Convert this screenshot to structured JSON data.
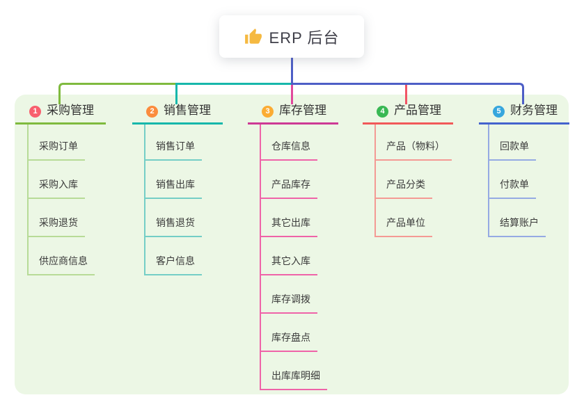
{
  "root": {
    "label": "ERP 后台",
    "icon": "thumbs-up"
  },
  "panel_background": "#ecf7e5",
  "root_stem_color": "#4d5ec6",
  "branches": [
    {
      "num": "1",
      "label": "采购管理",
      "badge_color": "#f85f6d",
      "line_color": "#7fba3e",
      "child_line_color": "#b7db97",
      "children": [
        "采购订单",
        "采购入库",
        "采购退货",
        "供应商信息"
      ]
    },
    {
      "num": "2",
      "label": "销售管理",
      "badge_color": "#fb8c3e",
      "line_color": "#16b7ab",
      "child_line_color": "#74cec6",
      "children": [
        "销售订单",
        "销售出库",
        "销售退货",
        "客户信息"
      ]
    },
    {
      "num": "3",
      "label": "库存管理",
      "badge_color": "#fbac33",
      "line_color": "#cd3a95",
      "child_line_color": "#ef63a8",
      "children": [
        "仓库信息",
        "产品库存",
        "其它出库",
        "其它入库",
        "库存调拨",
        "库存盘点",
        "出库库明细"
      ]
    },
    {
      "num": "4",
      "label": "产品管理",
      "badge_color": "#39b854",
      "line_color": "#f15959",
      "child_line_color": "#f49a94",
      "children": [
        "产品（物料）",
        "产品分类",
        "产品单位"
      ]
    },
    {
      "num": "5",
      "label": "财务管理",
      "badge_color": "#36a6dd",
      "line_color": "#4463cd",
      "child_line_color": "#95aae3",
      "children": [
        "回款单",
        "付款单",
        "结算账户"
      ]
    }
  ]
}
